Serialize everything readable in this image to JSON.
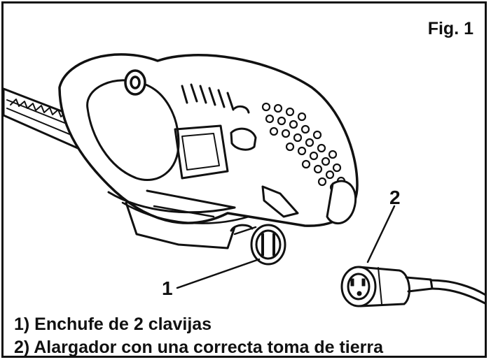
{
  "figure": {
    "title": "Fig. 1"
  },
  "callouts": [
    {
      "label": "1"
    },
    {
      "label": "2"
    }
  ],
  "legend": {
    "items": [
      {
        "text": "1) Enchufe de 2 clavijas"
      },
      {
        "text": "2) Alargador con una correcta toma de tierra"
      }
    ]
  }
}
